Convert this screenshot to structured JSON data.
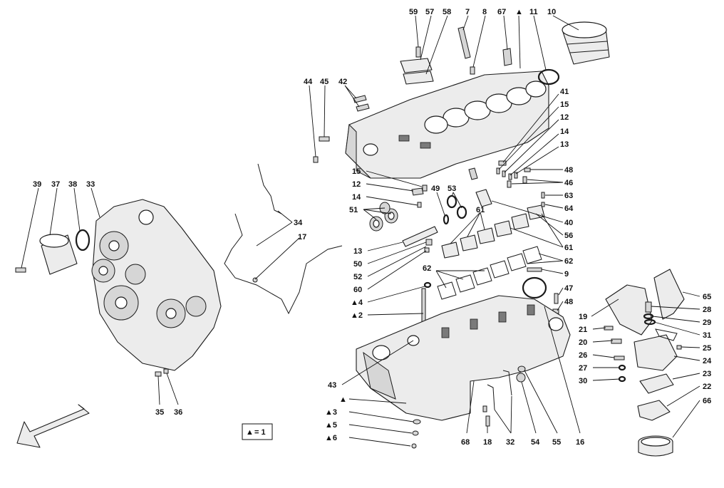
{
  "legend": {
    "symbol": "▲",
    "text": "= 1"
  },
  "labels": {
    "l59": "59",
    "l57": "57",
    "l58": "58",
    "l7": "7",
    "l8": "8",
    "l67": "67",
    "ltri_top": "▲",
    "l11": "11",
    "l10": "10",
    "l44": "44",
    "l45": "45",
    "l42": "42",
    "l41": "41",
    "l15a": "15",
    "l12a": "12",
    "l14a": "14",
    "l13a": "13",
    "l48a": "48",
    "l46": "46",
    "l63": "63",
    "l64": "64",
    "l40": "40",
    "l56": "56",
    "l61b": "61",
    "l62b": "62",
    "l9": "9",
    "l47": "47",
    "l48b": "48",
    "l39": "39",
    "l37": "37",
    "l38": "38",
    "l33": "33",
    "l15b": "15",
    "l12b": "12",
    "l14b": "14",
    "l51": "51",
    "l49": "49",
    "l53": "53",
    "l61a": "61",
    "l34": "34",
    "l17": "17",
    "l13b": "13",
    "l50": "50",
    "l52": "52",
    "l60": "60",
    "l62a": "62",
    "l4": "▲4",
    "l2": "▲2",
    "l65": "65",
    "l28": "28",
    "l29": "29",
    "l31": "31",
    "l19": "19",
    "l21": "21",
    "l20": "20",
    "l25": "25",
    "l26": "26",
    "l24": "24",
    "l27": "27",
    "l23": "23",
    "l30": "30",
    "l22": "22",
    "l66": "66",
    "l43": "43",
    "ltri_bot": "▲",
    "l3": "▲3",
    "l5": "▲5",
    "l6": "▲6",
    "l35": "35",
    "l36": "36",
    "l68": "68",
    "l18": "18",
    "l32": "32",
    "l54": "54",
    "l55": "55",
    "l16": "16"
  }
}
